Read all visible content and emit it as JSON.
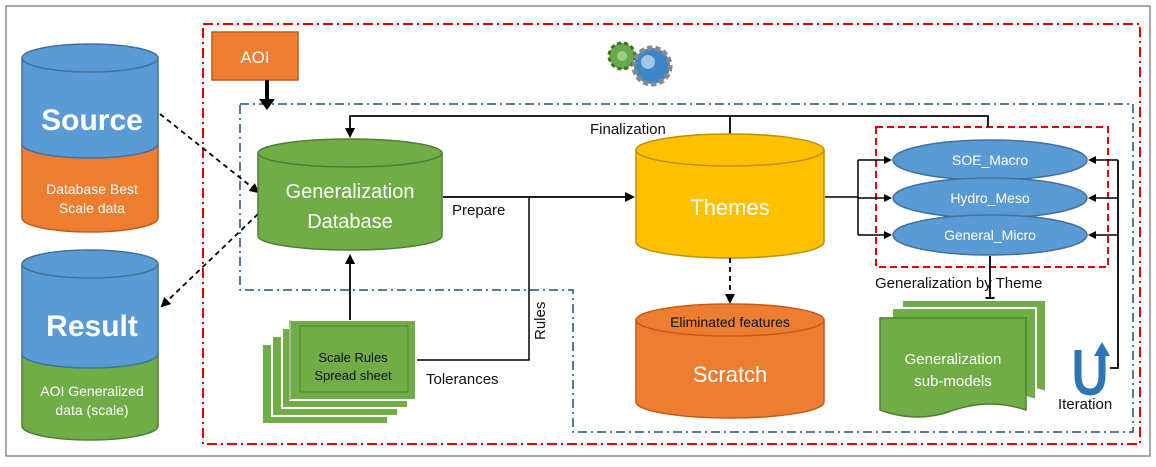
{
  "colors": {
    "blue": "#5b9bd5",
    "blue_dark": "#41719c",
    "orange": "#ed7d31",
    "orange_dark": "#c55a11",
    "green": "#70ad47",
    "green_dark": "#507e32",
    "yellow": "#ffc000",
    "yellow_dark": "#bf9000",
    "red_dash": "#e00000",
    "blue_dash": "#1f4e79"
  },
  "icons": {
    "gears": "gears-icon"
  },
  "aoi": {
    "label": "AOI"
  },
  "source_db": {
    "title": "Source",
    "subtitle_line1": "Database Best",
    "subtitle_line2": "Scale data"
  },
  "result_db": {
    "title": "Result",
    "subtitle_line1": "AOI Generalized",
    "subtitle_line2": "data (scale)"
  },
  "gen_db": {
    "line1": "Generalization",
    "line2": "Database"
  },
  "themes": {
    "label": "Themes"
  },
  "scratch": {
    "top_label": "Eliminated features",
    "label": "Scratch"
  },
  "rules_sheet": {
    "line1": "Scale Rules",
    "line2": "Spread sheet"
  },
  "flow_labels": {
    "finalization": "Finalization",
    "prepare": "Prepare",
    "rules": "Rules",
    "tolerances": "Tolerances",
    "generalization_by_theme": "Generalization by Theme",
    "iteration": "Iteration"
  },
  "theme_items": [
    "SOE_Macro",
    "Hydro_Meso",
    "General_Micro"
  ],
  "submodels": {
    "line1": "Generalization",
    "line2": "sub-models"
  }
}
